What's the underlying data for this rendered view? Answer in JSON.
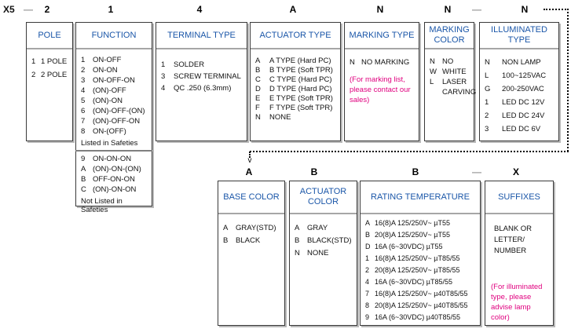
{
  "colors": {
    "header_blue": "#1a56a8",
    "note_magenta": "#e0007f",
    "connector_gray": "#9a9a9a",
    "border": "#3a3a3a"
  },
  "part_code": {
    "prefix": "X5",
    "dash": "—",
    "row1": [
      "2",
      "1",
      "4",
      "A",
      "N",
      "N",
      "N"
    ],
    "row2": [
      "A",
      "B",
      "B",
      "X"
    ],
    "arrow": "v"
  },
  "boxes": {
    "pole": {
      "title": "POLE",
      "items": [
        {
          "c": "1",
          "t": "1 POLE"
        },
        {
          "c": "2",
          "t": "2 POLE"
        }
      ]
    },
    "function": {
      "title": "FUNCTION",
      "items1": [
        {
          "c": "1",
          "t": "ON-OFF"
        },
        {
          "c": "2",
          "t": "ON-ON"
        },
        {
          "c": "3",
          "t": "ON-OFF-ON"
        },
        {
          "c": "4",
          "t": "(ON)-OFF"
        },
        {
          "c": "5",
          "t": "(ON)-ON"
        },
        {
          "c": "6",
          "t": "(ON)-OFF-(ON)"
        },
        {
          "c": "7",
          "t": "(ON)-OFF-ON"
        },
        {
          "c": "8",
          "t": "ON-(OFF)"
        }
      ],
      "note1": "Listed in Safeties",
      "items2": [
        {
          "c": "9",
          "t": "ON-ON-ON"
        },
        {
          "c": "A",
          "t": "(ON)-ON-(ON)"
        },
        {
          "c": "B",
          "t": "OFF-ON-ON"
        },
        {
          "c": "C",
          "t": "(ON)-ON-ON"
        }
      ],
      "note2": "Not Listed in Safeties"
    },
    "terminal": {
      "title": "TERMINAL TYPE",
      "items": [
        {
          "c": "1",
          "t": "SOLDER"
        },
        {
          "c": "3",
          "t": "SCREW TERMINAL"
        },
        {
          "c": "4",
          "t": "QC .250 (6.3mm)"
        }
      ]
    },
    "actuator_type": {
      "title": "ACTUATOR TYPE",
      "items": [
        {
          "c": "A",
          "t": "A TYPE (Hard PC)"
        },
        {
          "c": "B",
          "t": "B TYPE (Soft TPR)"
        },
        {
          "c": "C",
          "t": "C TYPE (Hard PC)"
        },
        {
          "c": "D",
          "t": "D TYPE (Hard PC)"
        },
        {
          "c": "E",
          "t": "E TYPE (Soft TPR)"
        },
        {
          "c": "F",
          "t": "F TYPE (Soft TPR)"
        },
        {
          "c": "N",
          "t": "NONE"
        }
      ]
    },
    "marking_type": {
      "title": "MARKING TYPE",
      "items": [
        {
          "c": "N",
          "t": "NO MARKING"
        }
      ],
      "note": "(For marking list, please contact our sales)"
    },
    "marking_color": {
      "title": "MARKING COLOR",
      "items": [
        {
          "c": "N",
          "t": "NO"
        },
        {
          "c": "W",
          "t": "WHITE"
        },
        {
          "c": "L",
          "t": "LASER CARVING"
        }
      ]
    },
    "illuminated": {
      "title": "ILLUMINATED TYPE",
      "items": [
        {
          "c": "N",
          "t": "NON LAMP"
        },
        {
          "c": "L",
          "t": "100~125VAC"
        },
        {
          "c": "G",
          "t": "200-250VAC"
        },
        {
          "c": "1",
          "t": "LED DC 12V"
        },
        {
          "c": "2",
          "t": "LED DC 24V"
        },
        {
          "c": "3",
          "t": "LED DC 6V"
        }
      ]
    },
    "base_color": {
      "title": "BASE COLOR",
      "items": [
        {
          "c": "A",
          "t": "GRAY(STD)"
        },
        {
          "c": "B",
          "t": "BLACK"
        }
      ]
    },
    "actuator_color": {
      "title": "ACTUATOR COLOR",
      "items": [
        {
          "c": "A",
          "t": "GRAY"
        },
        {
          "c": "B",
          "t": "BLACK(STD)"
        },
        {
          "c": "N",
          "t": "NONE"
        }
      ]
    },
    "rating": {
      "title": "RATING TEMPERATURE",
      "items": [
        {
          "c": "A",
          "t": "16(8)A 125/250V~ µT55"
        },
        {
          "c": "B",
          "t": "20(8)A 125/250V~ µT55"
        },
        {
          "c": "D",
          "t": "16A (6~30VDC) µT55"
        },
        {
          "c": "1",
          "t": "16(8)A 125/250V~ µT85/55"
        },
        {
          "c": "2",
          "t": "20(8)A 125/250V~ µT85/55"
        },
        {
          "c": "4",
          "t": "16A (6~30VDC) µT85/55"
        },
        {
          "c": "7",
          "t": "16(8)A 125/250V~ µ40T85/55"
        },
        {
          "c": "8",
          "t": "20(8)A 125/250V~ µ40T85/55"
        },
        {
          "c": "9",
          "t": "16A (6~30VDC) µ40T85/55"
        }
      ]
    },
    "suffixes": {
      "title": "SUFFIXES",
      "body": "BLANK OR LETTER/ NUMBER",
      "note": "(For illuminated type, please advise lamp color)"
    }
  }
}
